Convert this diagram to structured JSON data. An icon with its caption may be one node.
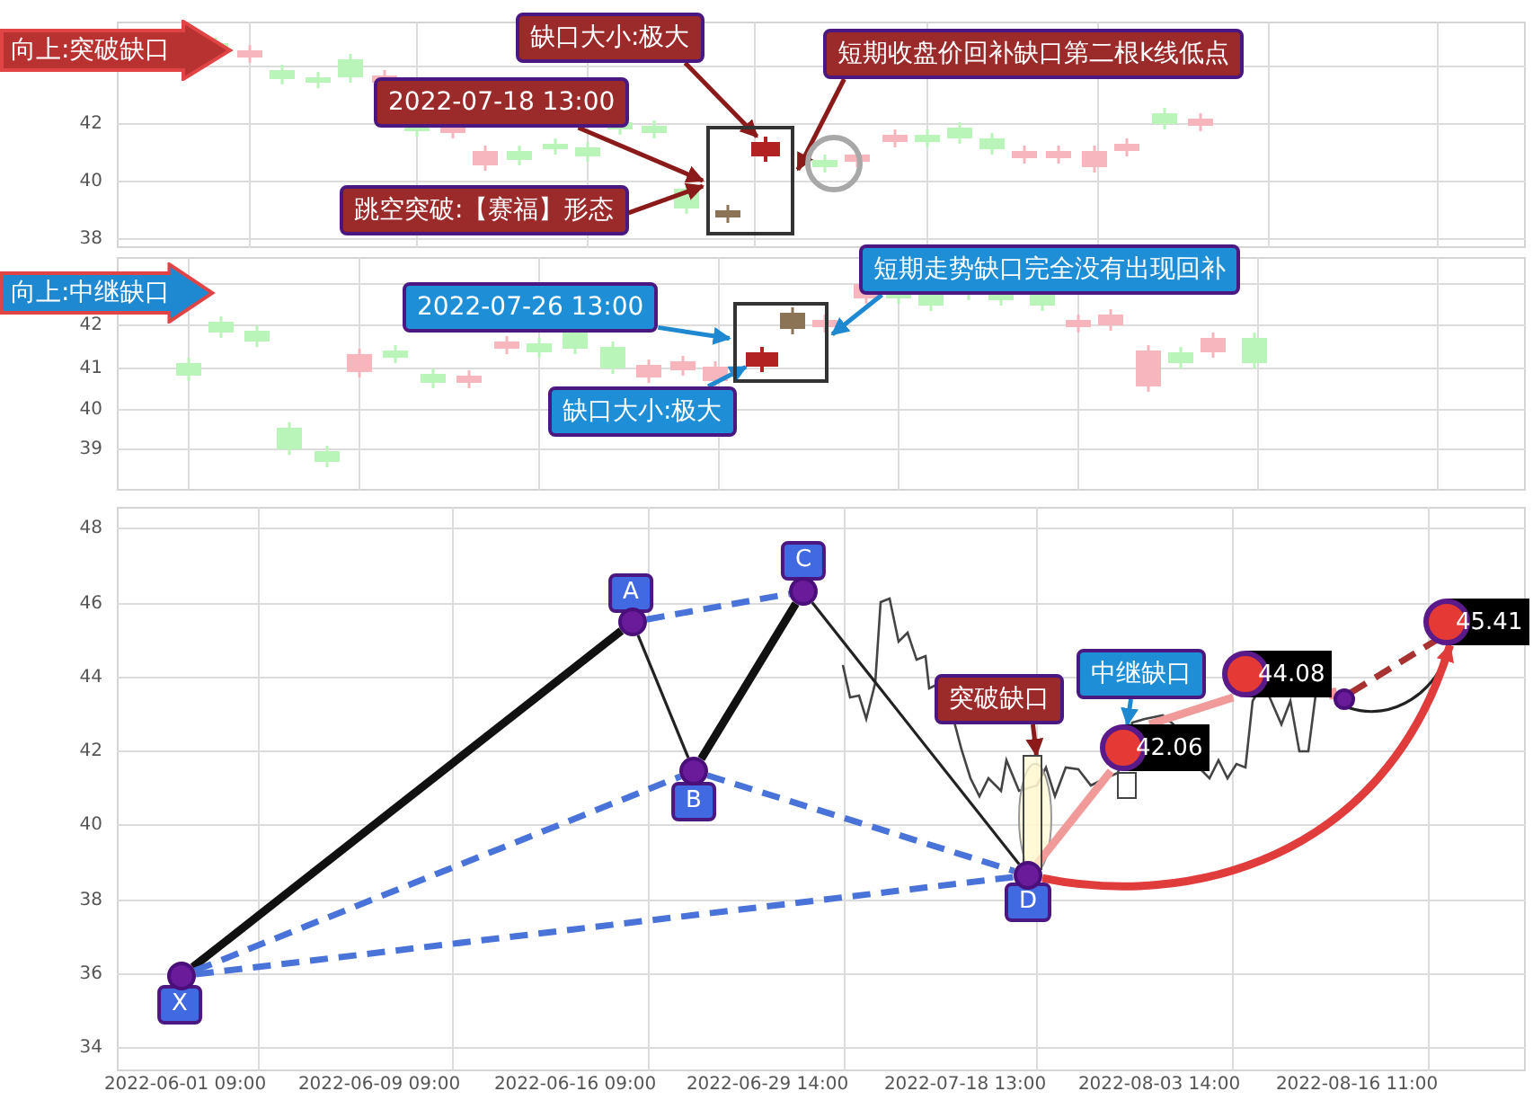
{
  "diagram": {
    "nodes": [
      {
        "text": [
          "向上:突破缺口"
        ]
      },
      {
        "text": [
          "缺口大小:极大"
        ]
      },
      {
        "text": [
          "2022-07-18 13:00"
        ]
      },
      {
        "text": [
          "短期收盘价回补缺口第二根k线低点"
        ]
      },
      {
        "text": [
          "跳空突破:【赛福】形态"
        ]
      },
      {
        "text": [],
        "shape": "box"
      },
      {
        "text": [],
        "shape": "bar",
        "in": 5
      },
      {
        "text": [],
        "shape": "circle"
      },
      {
        "text": [
          "向上:中继缺口"
        ]
      },
      {
        "text": [
          "2022-07-26 13:00"
        ]
      },
      {
        "text": [
          "缺口大小:极大"
        ]
      },
      {
        "text": [
          "短期走势缺口完全没有出现回补"
        ]
      },
      {
        "text": [],
        "shape": "box"
      },
      {
        "text": [],
        "shape": "bar",
        "in": 12
      },
      {
        "text": [],
        "shape": "circle",
        "beside": [
          "X"
        ]
      },
      {
        "text": [],
        "shape": "circle",
        "beside": [
          "A"
        ]
      },
      {
        "text": [],
        "shape": "circle",
        "beside": [
          "B"
        ]
      },
      {
        "text": [],
        "shape": "circle",
        "beside": [
          "C"
        ]
      },
      {
        "text": [],
        "shape": "circle",
        "beside": [
          "D"
        ]
      },
      {
        "text": [
          "突破缺口"
        ]
      },
      {
        "text": [],
        "shape": "box"
      },
      {
        "text": [
          "中继缺口"
        ]
      },
      {
        "text": [
          "42.06"
        ]
      },
      {
        "text": [
          "44.08"
        ]
      },
      {
        "text": [],
        "shape": "circle"
      },
      {
        "text": [
          "45.41"
        ]
      }
    ],
    "edges": [
      {
        "from": 1,
        "to": 6,
        "arrow": "to"
      },
      {
        "from": 2,
        "to": 5,
        "arrow": "to"
      },
      {
        "from": 4,
        "to": 5,
        "arrow": "to"
      },
      {
        "from": 3,
        "to": 5,
        "arrow": "to"
      },
      {
        "from": 9,
        "to": 12,
        "arrow": "to",
        "color": "#1e88d0"
      },
      {
        "from": 10,
        "to": 13,
        "arrow": "to",
        "color": "#1e88d0"
      },
      {
        "from": 11,
        "to": 12,
        "arrow": "to",
        "color": "#1e88d0"
      },
      {
        "from": 14,
        "to": 15,
        "arrow": "none",
        "style": "thick",
        "color": "#111111"
      },
      {
        "from": 15,
        "to": 16,
        "arrow": "none",
        "color": "#222222"
      },
      {
        "from": 16,
        "to": 17,
        "arrow": "none",
        "style": "thick",
        "color": "#111111"
      },
      {
        "from": 17,
        "to": 18,
        "arrow": "none",
        "color": "#222222"
      },
      {
        "from": 14,
        "to": 16,
        "arrow": "none",
        "style": "dashed",
        "color": "#4a73d9"
      },
      {
        "from": 15,
        "to": 17,
        "arrow": "none",
        "style": "dashed",
        "color": "#4a73d9"
      },
      {
        "from": 16,
        "to": 18,
        "arrow": "none",
        "style": "dashed",
        "color": "#4a73d9"
      },
      {
        "from": 14,
        "to": 18,
        "arrow": "none",
        "style": "dashed",
        "color": "#4a73d9"
      },
      {
        "from": 19,
        "to": 20,
        "arrow": "to"
      },
      {
        "from": 21,
        "to": 22,
        "arrow": "to",
        "color": "#1e88d0"
      },
      {
        "from": 18,
        "to": 22,
        "arrow": "none",
        "style": "thick",
        "color": "#f19a9a"
      },
      {
        "from": 22,
        "to": 23,
        "arrow": "none",
        "style": "thick",
        "color": "#f19a9a"
      },
      {
        "from": 23,
        "to": 24,
        "arrow": "none",
        "style": "thick",
        "color": "#f19a9a"
      },
      {
        "from": 24,
        "to": 25,
        "arrow": "none",
        "style": "dashed",
        "color": "#a83232"
      },
      {
        "from": 24,
        "to": 25,
        "arrow": "none",
        "color": "#222222"
      },
      {
        "from": 18,
        "to": 25,
        "arrow": "to",
        "style": "thick",
        "color": "#e03c3c"
      }
    ],
    "labels": [
      "42",
      "40",
      "38",
      "42",
      "41",
      "40",
      "39",
      "48",
      "46",
      "44",
      "42",
      "40",
      "38",
      "36",
      "34",
      "2022-06-01 09:00",
      "2022-06-09 09:00",
      "2022-06-16 09:00",
      "2022-06-29 14:00",
      "2022-07-18 13:00",
      "2022-08-03 14:00",
      "2022-08-16 11:00"
    ]
  }
}
